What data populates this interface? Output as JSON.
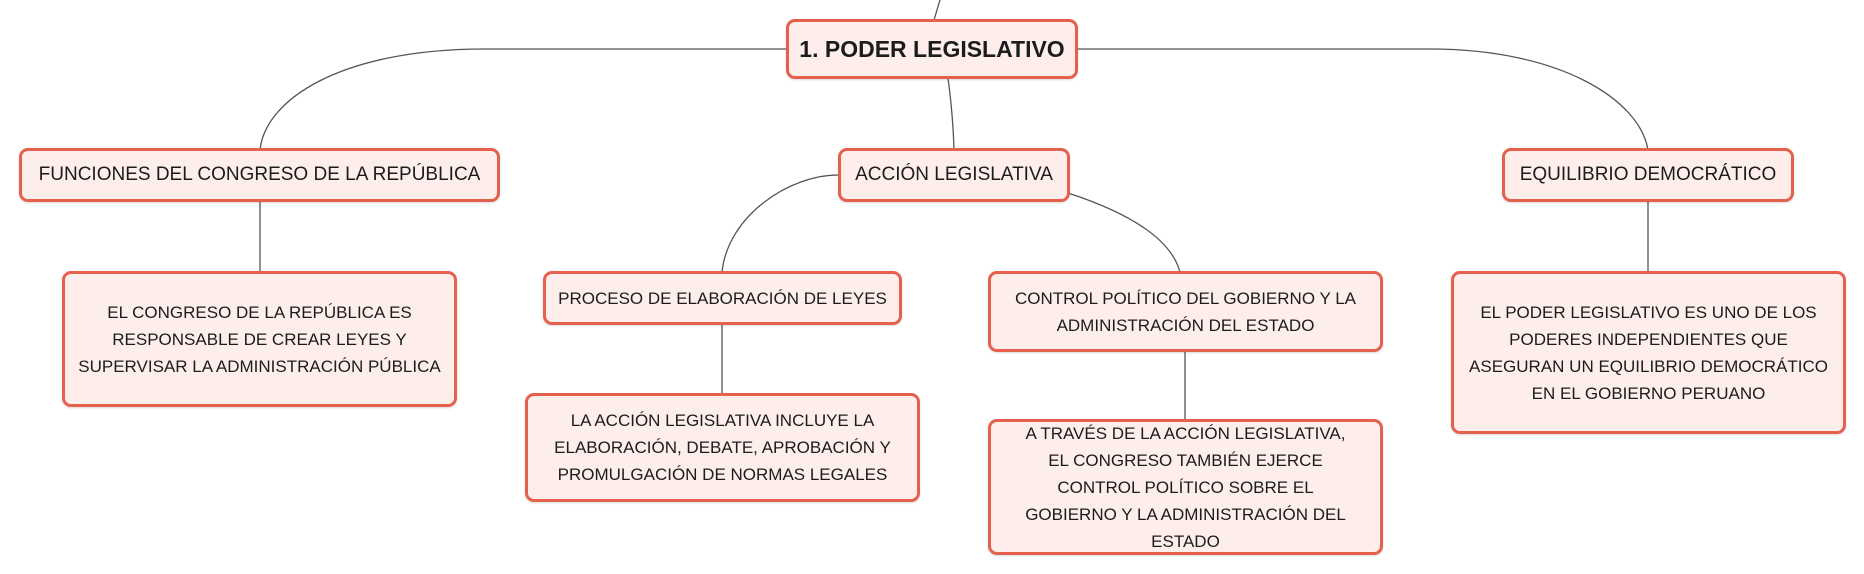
{
  "colors": {
    "border": "#e6604e",
    "fill": "#fdeeeb",
    "line": "#555555"
  },
  "main": {
    "label": "1. PODER LEGISLATIVO"
  },
  "branches": [
    {
      "label": "FUNCIONES DEL CONGRESO DE LA REPÚBLICA",
      "detail": "EL CONGRESO DE LA REPÚBLICA ES RESPONSABLE DE CREAR LEYES Y SUPERVISAR LA ADMINISTRACIÓN PÚBLICA"
    },
    {
      "label": "ACCIÓN LEGISLATIVA",
      "children": [
        {
          "label": "PROCESO DE ELABORACIÓN DE LEYES",
          "detail": "LA ACCIÓN LEGISLATIVA INCLUYE LA ELABORACIÓN, DEBATE, APROBACIÓN Y PROMULGACIÓN DE NORMAS LEGALES"
        },
        {
          "label": "CONTROL POLÍTICO DEL GOBIERNO Y LA ADMINISTRACIÓN DEL ESTADO",
          "detail": "A TRAVÉS DE LA ACCIÓN LEGISLATIVA, EL CONGRESO TAMBIÉN EJERCE CONTROL POLÍTICO SOBRE EL GOBIERNO Y LA ADMINISTRACIÓN DEL ESTADO"
        }
      ]
    },
    {
      "label": "EQUILIBRIO DEMOCRÁTICO",
      "detail": "EL PODER LEGISLATIVO ES UNO DE LOS PODERES INDEPENDIENTES QUE ASEGURAN UN EQUILIBRIO DEMOCRÁTICO EN EL GOBIERNO PERUANO"
    }
  ]
}
